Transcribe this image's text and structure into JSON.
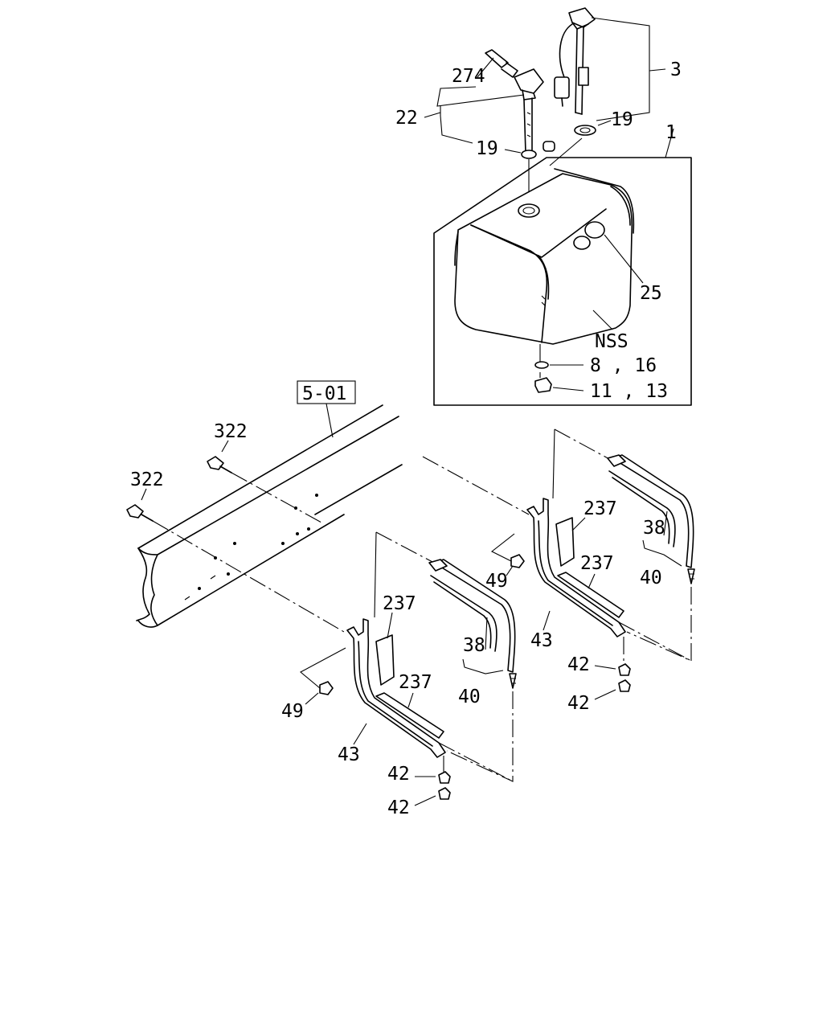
{
  "labels": {
    "n3": "3",
    "n274": "274",
    "n22": "22",
    "n19a": "19",
    "n19b": "19",
    "n1": "1",
    "n25": "25",
    "nss": "NSS",
    "n8_16": "8 , 16",
    "n11_13": "11 , 13",
    "ref": "5-01",
    "n322a": "322",
    "n322b": "322",
    "n237a": "237",
    "n237b": "237",
    "n237c": "237",
    "n237d": "237",
    "n38a": "38",
    "n38b": "38",
    "n40a": "40",
    "n40b": "40",
    "n49a": "49",
    "n49b": "49",
    "n43a": "43",
    "n43b": "43",
    "n42a": "42",
    "n42b": "42",
    "n42c": "42",
    "n42d": "42"
  }
}
